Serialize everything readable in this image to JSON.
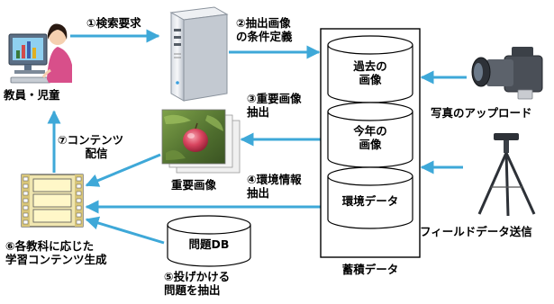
{
  "user_label": "教員・児童",
  "arrows": {
    "search_request": "①検索要求",
    "extract_conditions": [
      "②抽出画像",
      "の条件定義"
    ],
    "extract_important": [
      "③重要画像",
      "抽出"
    ],
    "extract_environment": [
      "④環境情報",
      "抽出"
    ],
    "extract_questions": [
      "⑤投げかける",
      "問題を抽出"
    ],
    "generate_content": [
      "⑥各教科に応じた",
      "学習コンテンツ生成"
    ],
    "deliver_content": [
      "⑦コンテンツ",
      "配信"
    ]
  },
  "storage": {
    "past_images": [
      "過去の",
      "画像"
    ],
    "this_year_images": [
      "今年の",
      "画像"
    ],
    "environment_data": "環境データ",
    "label": "蓄積データ"
  },
  "important_images_label": "重要画像",
  "question_db_label": "問題DB",
  "photo_upload_label": "写真のアップロード",
  "field_data_label": "フィールドデータ送信",
  "colors": {
    "arrow": "#3ea8d8",
    "line": "#000000"
  }
}
